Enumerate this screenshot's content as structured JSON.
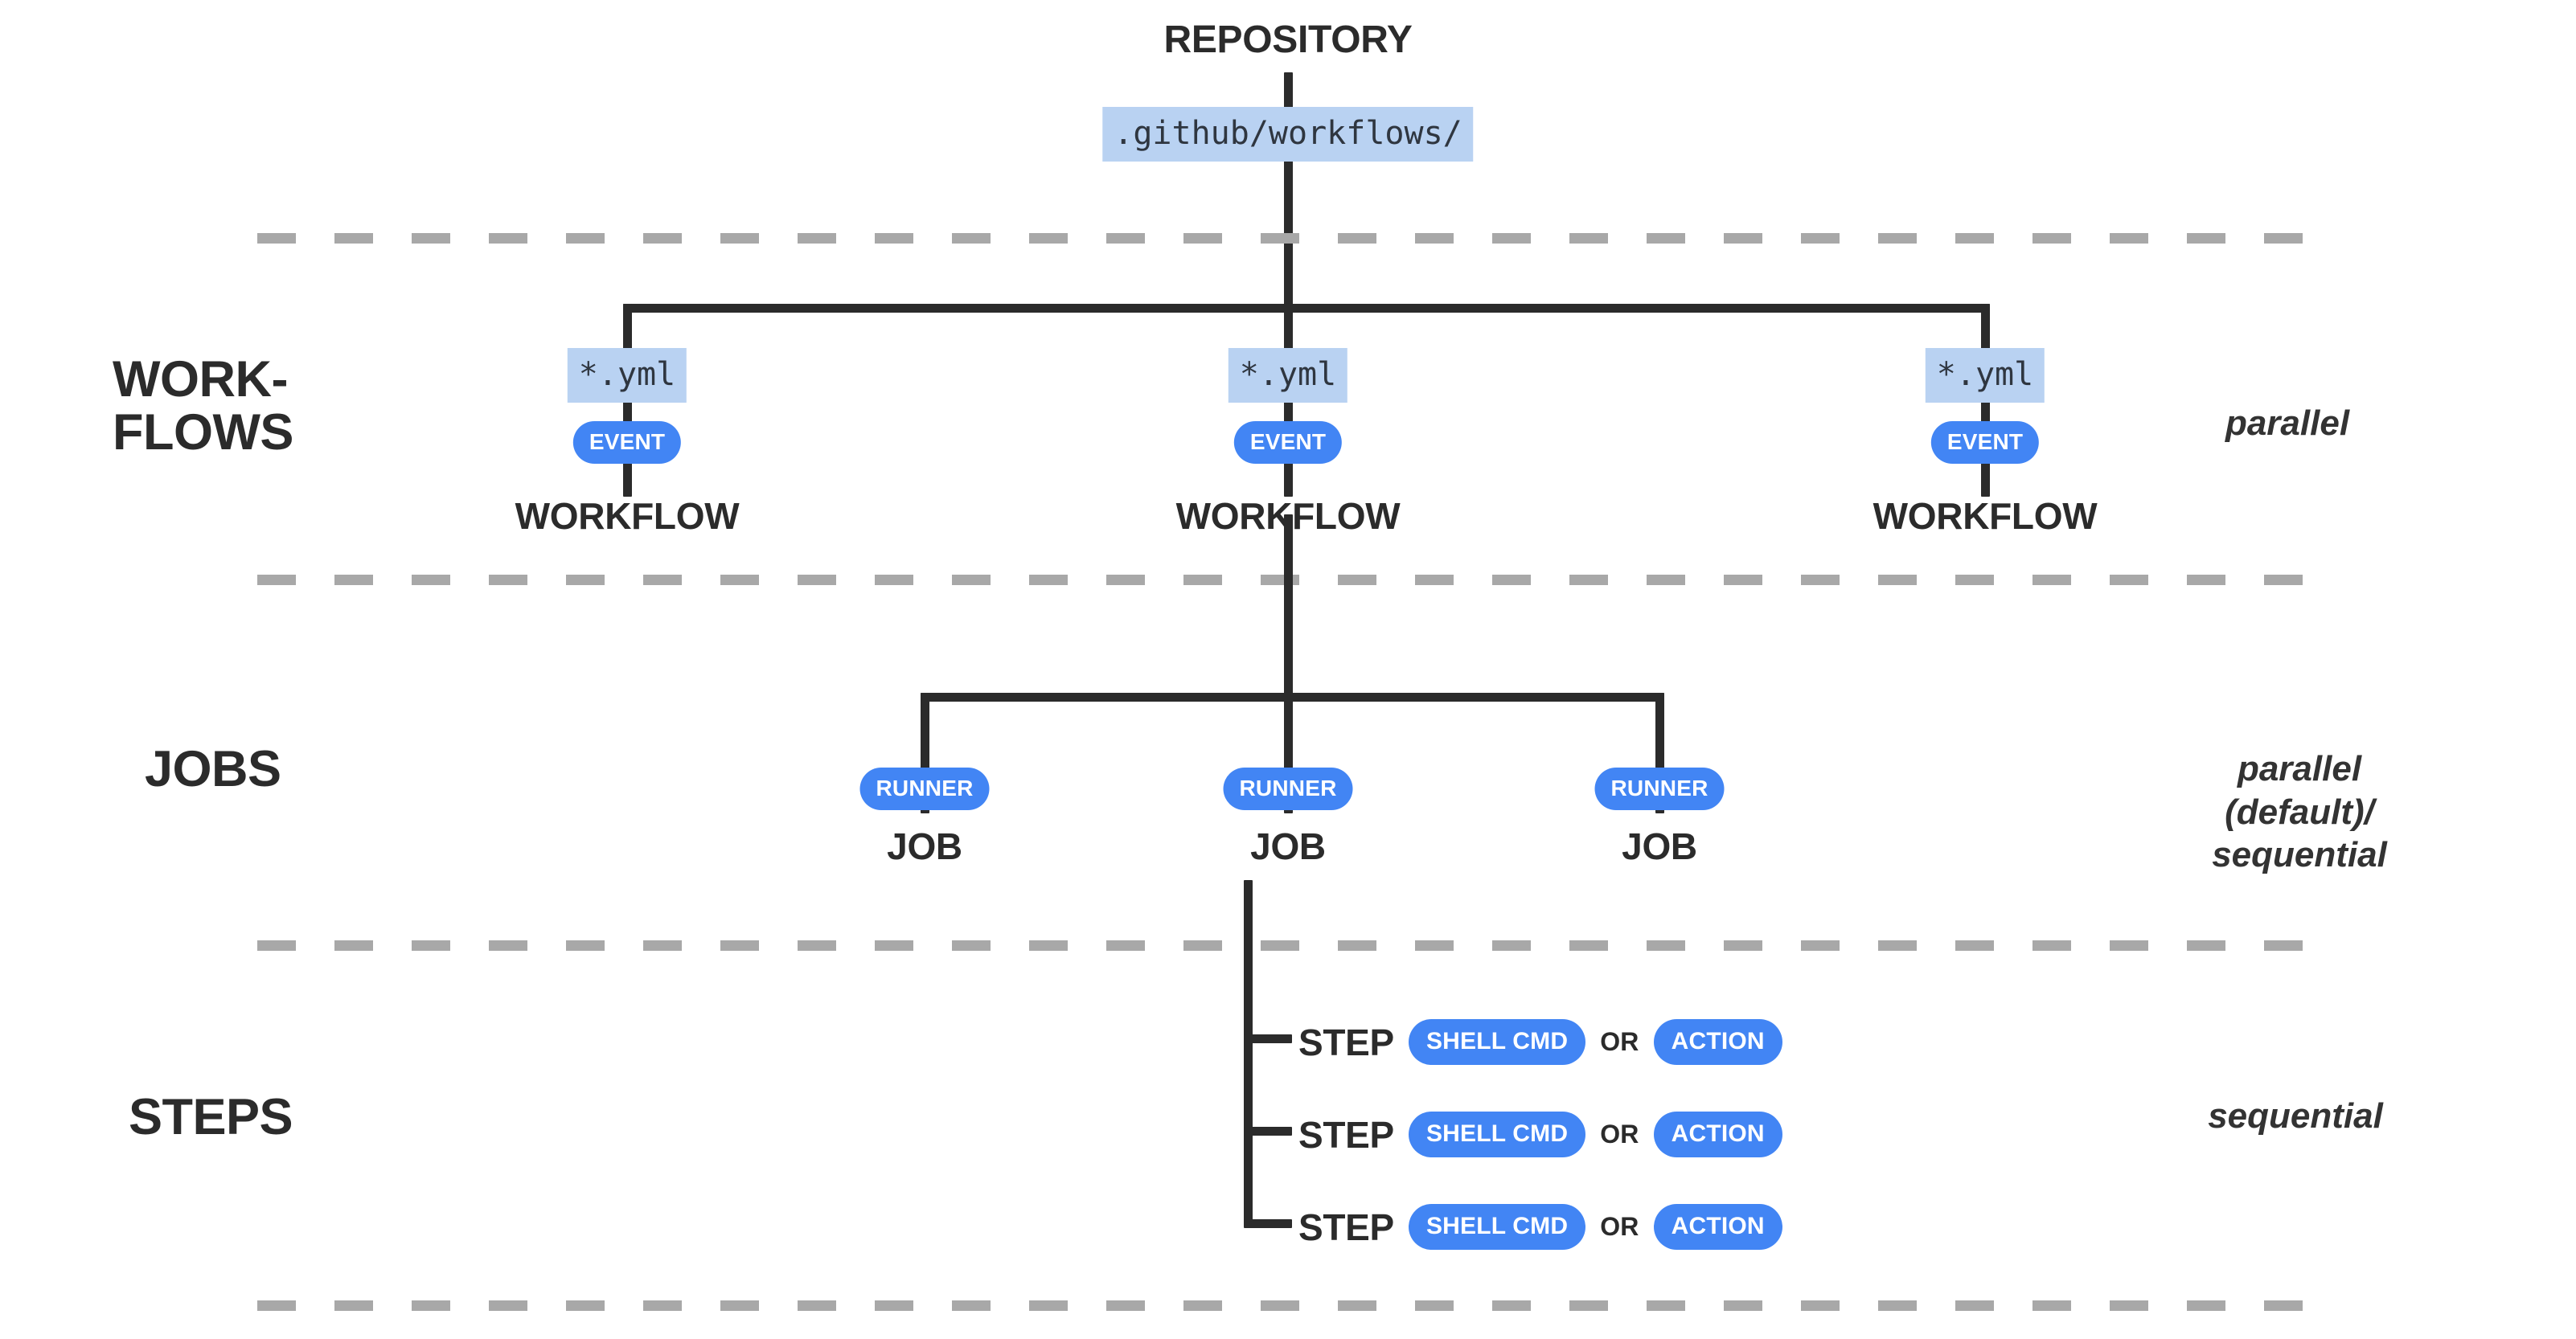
{
  "diagram": {
    "title": "GitHub Actions hierarchy",
    "colors": {
      "line": "#2b2b2b",
      "dashed": "#a8a8a8",
      "badge_blue": "#4285f4",
      "code_chip_blue": "#b9d2f2",
      "text": "#2b2b2b",
      "background": "#ffffff"
    }
  },
  "repository": {
    "title": "REPOSITORY",
    "path_chip": ".github/workflows/"
  },
  "sections": [
    {
      "id": "workflows",
      "label": "WORK-\nFLOWS",
      "annotation": "parallel"
    },
    {
      "id": "jobs",
      "label": "JOBS",
      "annotation": "parallel (default)/\nsequential"
    },
    {
      "id": "steps",
      "label": "STEPS",
      "annotation": "sequential"
    }
  ],
  "workflows": [
    {
      "file_chip": "*.yml",
      "trigger_badge": "EVENT",
      "title": "WORKFLOW"
    },
    {
      "file_chip": "*.yml",
      "trigger_badge": "EVENT",
      "title": "WORKFLOW"
    },
    {
      "file_chip": "*.yml",
      "trigger_badge": "EVENT",
      "title": "WORKFLOW"
    }
  ],
  "jobs": [
    {
      "runner_badge": "RUNNER",
      "title": "JOB"
    },
    {
      "runner_badge": "RUNNER",
      "title": "JOB"
    },
    {
      "runner_badge": "RUNNER",
      "title": "JOB"
    }
  ],
  "steps": [
    {
      "label": "STEP",
      "option_a": "SHELL CMD",
      "separator": "OR",
      "option_b": "ACTION"
    },
    {
      "label": "STEP",
      "option_a": "SHELL CMD",
      "separator": "OR",
      "option_b": "ACTION"
    },
    {
      "label": "STEP",
      "option_a": "SHELL CMD",
      "separator": "OR",
      "option_b": "ACTION"
    }
  ]
}
